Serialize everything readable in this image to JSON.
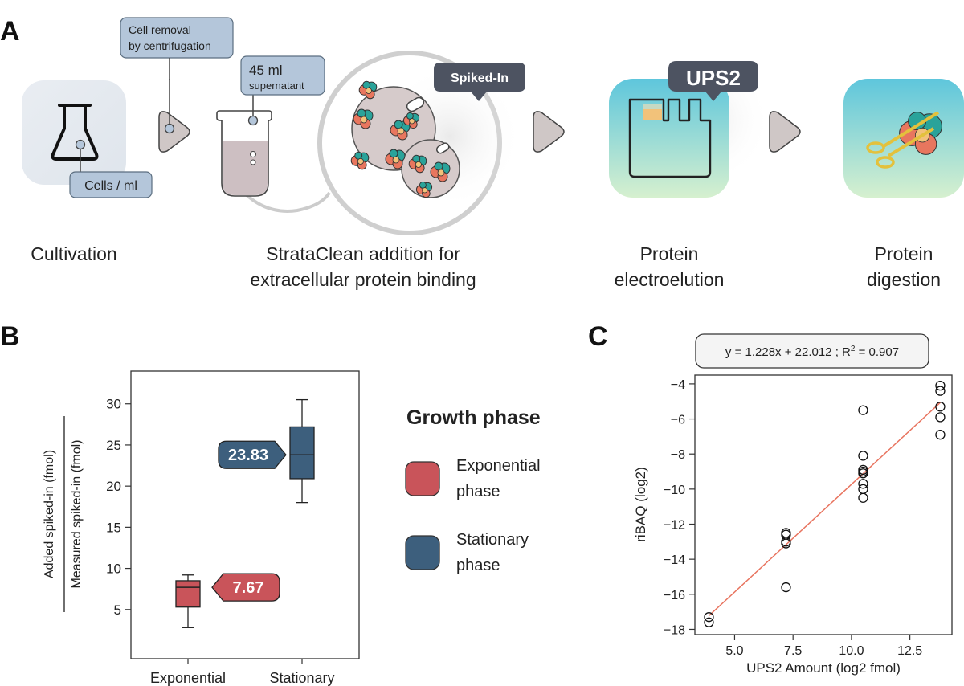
{
  "panel_a": {
    "letter": "A",
    "callouts": {
      "cell_removal_line1": "Cell removal",
      "cell_removal_line2": "by centrifugation",
      "volume": "45 ml",
      "volume_sub": "supernatant",
      "cells_per_ml": "Cells / ml",
      "spiked_in": "Spiked-In",
      "ups2": "UPS2"
    },
    "steps": [
      {
        "lines": [
          "Cultivation"
        ]
      },
      {
        "lines": [
          "StrataClean addition for",
          "extracellular protein binding"
        ]
      },
      {
        "lines": [
          "Protein",
          "electroelution"
        ]
      },
      {
        "lines": [
          "Protein",
          "digestion"
        ]
      }
    ]
  },
  "panel_b": {
    "letter": "B",
    "ylabel_numerator": "Added spiked-in (fmol)",
    "ylabel_denominator": "Measured spiked-in (fmol)",
    "legend_title": "Growth phase",
    "legend_items": [
      {
        "line1": "Exponential",
        "line2": "phase",
        "color": "#c9545a"
      },
      {
        "line1": "Stationary",
        "line2": "phase",
        "color": "#3d5f7d"
      }
    ]
  },
  "panel_c": {
    "letter": "C",
    "equation_prefix": "y = 1.228x + 22.012 ; R",
    "equation_sup": "2",
    "equation_suffix": " = 0.907"
  },
  "chart_data": [
    {
      "type": "box",
      "categories": [
        "Exponential",
        "Stationary"
      ],
      "ylim": [
        0,
        33
      ],
      "yticks": [
        5,
        10,
        15,
        20,
        25,
        30
      ],
      "grid": false,
      "series": [
        {
          "category": "Exponential",
          "min": 2.8,
          "q1": 5.3,
          "median": 7.7,
          "q3": 8.5,
          "max": 9.2,
          "label": "7.67",
          "color": "#c9545a"
        },
        {
          "category": "Stationary",
          "min": 18.0,
          "q1": 20.9,
          "median": 23.8,
          "q3": 27.2,
          "max": 30.5,
          "label": "23.83",
          "color": "#3d5f7d"
        }
      ]
    },
    {
      "type": "scatter",
      "xlabel": "UPS2 Amount (log2 fmol)",
      "ylabel": "riBAQ (log2)",
      "xlim": [
        3.3,
        14.3
      ],
      "ylim": [
        -18.3,
        -3.5
      ],
      "xticks": [
        5.0,
        7.5,
        10.0,
        12.5
      ],
      "yticks": [
        -18,
        -16,
        -14,
        -12,
        -10,
        -8,
        -6,
        -4
      ],
      "grid": false,
      "points": [
        {
          "x": 3.9,
          "y": -17.3
        },
        {
          "x": 3.9,
          "y": -17.6
        },
        {
          "x": 7.2,
          "y": -12.5
        },
        {
          "x": 7.2,
          "y": -12.6
        },
        {
          "x": 7.2,
          "y": -13.0
        },
        {
          "x": 7.2,
          "y": -13.1
        },
        {
          "x": 7.2,
          "y": -15.6
        },
        {
          "x": 10.5,
          "y": -5.5
        },
        {
          "x": 10.5,
          "y": -8.1
        },
        {
          "x": 10.5,
          "y": -8.9
        },
        {
          "x": 10.5,
          "y": -9.0
        },
        {
          "x": 10.5,
          "y": -9.1
        },
        {
          "x": 10.5,
          "y": -9.7
        },
        {
          "x": 10.5,
          "y": -10.0
        },
        {
          "x": 10.5,
          "y": -10.5
        },
        {
          "x": 13.8,
          "y": -4.1
        },
        {
          "x": 13.8,
          "y": -4.4
        },
        {
          "x": 13.8,
          "y": -5.3
        },
        {
          "x": 13.8,
          "y": -5.9
        },
        {
          "x": 13.8,
          "y": -6.9
        }
      ],
      "fit": {
        "slope": 1.228,
        "intercept": -22.012,
        "x_from": 3.9,
        "x_to": 13.8,
        "color": "#e8735e"
      }
    }
  ]
}
